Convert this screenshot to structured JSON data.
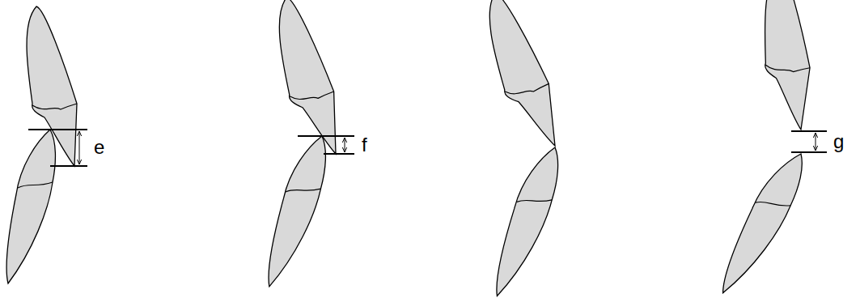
{
  "diagram": {
    "labels": [
      "e",
      "f",
      "g"
    ]
  }
}
